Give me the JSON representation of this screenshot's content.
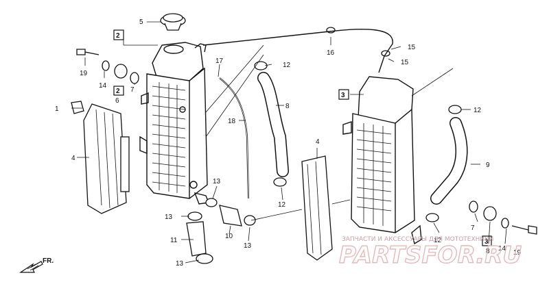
{
  "callouts": [
    {
      "id": "c1",
      "text": "1"
    },
    {
      "id": "c2a",
      "text": "2"
    },
    {
      "id": "c2b",
      "text": "2"
    },
    {
      "id": "c3a",
      "text": "3"
    },
    {
      "id": "c3b",
      "text": "3"
    },
    {
      "id": "c4a",
      "text": "4"
    },
    {
      "id": "c4b",
      "text": "4"
    },
    {
      "id": "c5",
      "text": "5"
    },
    {
      "id": "c6",
      "text": "6"
    },
    {
      "id": "c7a",
      "text": "7"
    },
    {
      "id": "c7b",
      "text": "7"
    },
    {
      "id": "c8a",
      "text": "8"
    },
    {
      "id": "c8b",
      "text": "8"
    },
    {
      "id": "c9",
      "text": "9"
    },
    {
      "id": "c10",
      "text": "10"
    },
    {
      "id": "c11",
      "text": "11"
    },
    {
      "id": "c12a",
      "text": "12"
    },
    {
      "id": "c12b",
      "text": "12"
    },
    {
      "id": "c12c",
      "text": "12"
    },
    {
      "id": "c12d",
      "text": "12"
    },
    {
      "id": "c13a",
      "text": "13"
    },
    {
      "id": "c13b",
      "text": "13"
    },
    {
      "id": "c13c",
      "text": "13"
    },
    {
      "id": "c13d",
      "text": "13"
    },
    {
      "id": "c14a",
      "text": "14"
    },
    {
      "id": "c14b",
      "text": "14"
    },
    {
      "id": "c15a",
      "text": "15"
    },
    {
      "id": "c15b",
      "text": "15"
    },
    {
      "id": "c16",
      "text": "16"
    },
    {
      "id": "c17",
      "text": "17"
    },
    {
      "id": "c18",
      "text": "18"
    },
    {
      "id": "c19a",
      "text": "19"
    },
    {
      "id": "c19b",
      "text": "19"
    }
  ],
  "direction": {
    "text": "FR."
  },
  "watermark": {
    "subtitle": "ЗАПЧАСТИ И АКСЕССУАРЫ ДЛЯ МОТОТЕХНИКИ",
    "brand": "PARTSFOR.RU"
  }
}
